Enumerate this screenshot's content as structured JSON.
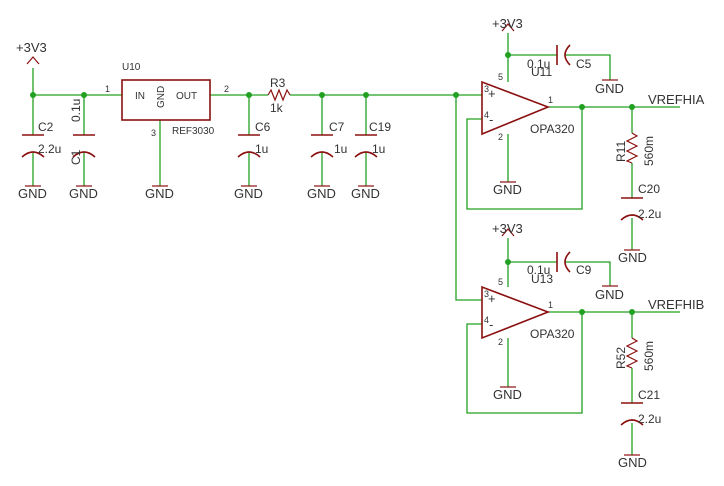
{
  "power": {
    "vcc": "+3V3",
    "gnd": "GND"
  },
  "components": {
    "u10": {
      "ref": "U10",
      "part": "REF3030",
      "pin_in": "IN",
      "pin_out": "OUT",
      "pin_gnd": "GND",
      "pin1": "1",
      "pin2": "2",
      "pin3": "3"
    },
    "r3": {
      "ref": "R3",
      "value": "1k"
    },
    "c1": {
      "ref": "C1",
      "value": "0.1u"
    },
    "c2": {
      "ref": "C2",
      "value": "2.2u"
    },
    "c6": {
      "ref": "C6",
      "value": "1u"
    },
    "c7": {
      "ref": "C7",
      "value": "1u"
    },
    "c19": {
      "ref": "C19",
      "value": "1u"
    },
    "u11": {
      "ref": "U11",
      "part": "OPA320",
      "pin1": "1",
      "pin2": "2",
      "pin3": "3",
      "pin4": "4",
      "pin5": "5",
      "plus": "+",
      "minus": "-"
    },
    "c5": {
      "ref": "C5",
      "value": "0.1u"
    },
    "r11": {
      "ref": "R11",
      "value": "560m"
    },
    "c20": {
      "ref": "C20",
      "value": "2.2u"
    },
    "u13": {
      "ref": "U13",
      "part": "OPA320",
      "pin1": "1",
      "pin2": "2",
      "pin3": "3",
      "pin4": "4",
      "pin5": "5",
      "plus": "+",
      "minus": "-"
    },
    "c9": {
      "ref": "C9",
      "value": "0.1u"
    },
    "r52": {
      "ref": "R52",
      "value": "560m"
    },
    "c21": {
      "ref": "C21",
      "value": "2.2u"
    }
  },
  "nets": {
    "out_a": "VREFHIA",
    "out_b": "VREFHIB"
  },
  "colors": {
    "wire": "#22a022",
    "symbol": "#8b1010",
    "text": "#333333",
    "background": "#ffffff"
  }
}
